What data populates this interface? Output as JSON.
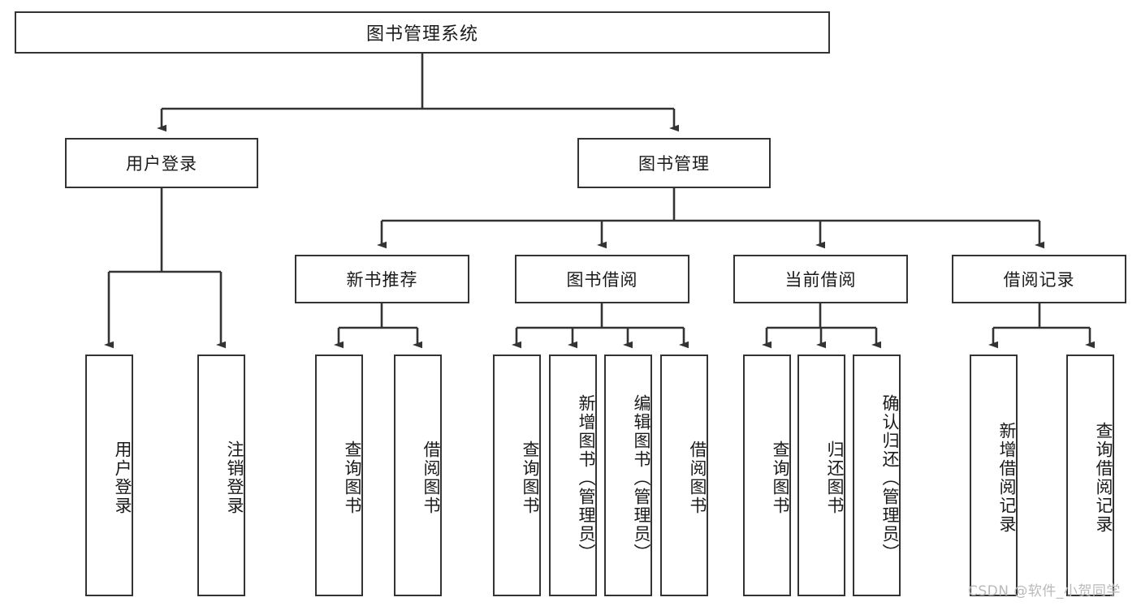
{
  "diagram": {
    "title": "图书管理系统",
    "type": "tree-hierarchy",
    "levels": 4,
    "root": {
      "id": "root",
      "label": "图书管理系统"
    },
    "level2": [
      {
        "id": "user-login",
        "label": "用户登录"
      },
      {
        "id": "book-manage",
        "label": "图书管理"
      }
    ],
    "level3": [
      {
        "id": "new-book-rec",
        "label": "新书推荐",
        "parent": "book-manage"
      },
      {
        "id": "book-borrow",
        "label": "图书借阅",
        "parent": "book-manage"
      },
      {
        "id": "current-borrow",
        "label": "当前借阅",
        "parent": "book-manage"
      },
      {
        "id": "borrow-record",
        "label": "借阅记录",
        "parent": "book-manage"
      }
    ],
    "leaves": [
      {
        "id": "leaf-user-login",
        "label": "用户登录",
        "parent": "user-login"
      },
      {
        "id": "leaf-logout",
        "label": "注销登录",
        "parent": "user-login"
      },
      {
        "id": "leaf-query-book-1",
        "label": "查询图书",
        "parent": "new-book-rec"
      },
      {
        "id": "leaf-borrow-book-1",
        "label": "借阅图书",
        "parent": "new-book-rec"
      },
      {
        "id": "leaf-query-book-2",
        "label": "查询图书",
        "parent": "book-borrow"
      },
      {
        "id": "leaf-add-book",
        "label": "新增图书（管理员）",
        "parent": "book-borrow"
      },
      {
        "id": "leaf-edit-book",
        "label": "编辑图书（管理员）",
        "parent": "book-borrow"
      },
      {
        "id": "leaf-borrow-book-2",
        "label": "借阅图书",
        "parent": "book-borrow"
      },
      {
        "id": "leaf-query-book-3",
        "label": "查询图书",
        "parent": "current-borrow"
      },
      {
        "id": "leaf-return-book",
        "label": "归还图书",
        "parent": "current-borrow"
      },
      {
        "id": "leaf-confirm-return",
        "label": "确认归还（管理员）",
        "parent": "current-borrow"
      },
      {
        "id": "leaf-add-record",
        "label": "新增借阅记录",
        "parent": "borrow-record"
      },
      {
        "id": "leaf-query-record",
        "label": "查询借阅记录",
        "parent": "borrow-record"
      }
    ]
  },
  "watermark": {
    "text": "CSDN @软件_小贺同学"
  },
  "colors": {
    "stroke": "#333333",
    "box_fill": "#ffffff",
    "text": "#1a1a1a",
    "watermark": "#b9b9b9",
    "canvas": "#ffffff"
  }
}
